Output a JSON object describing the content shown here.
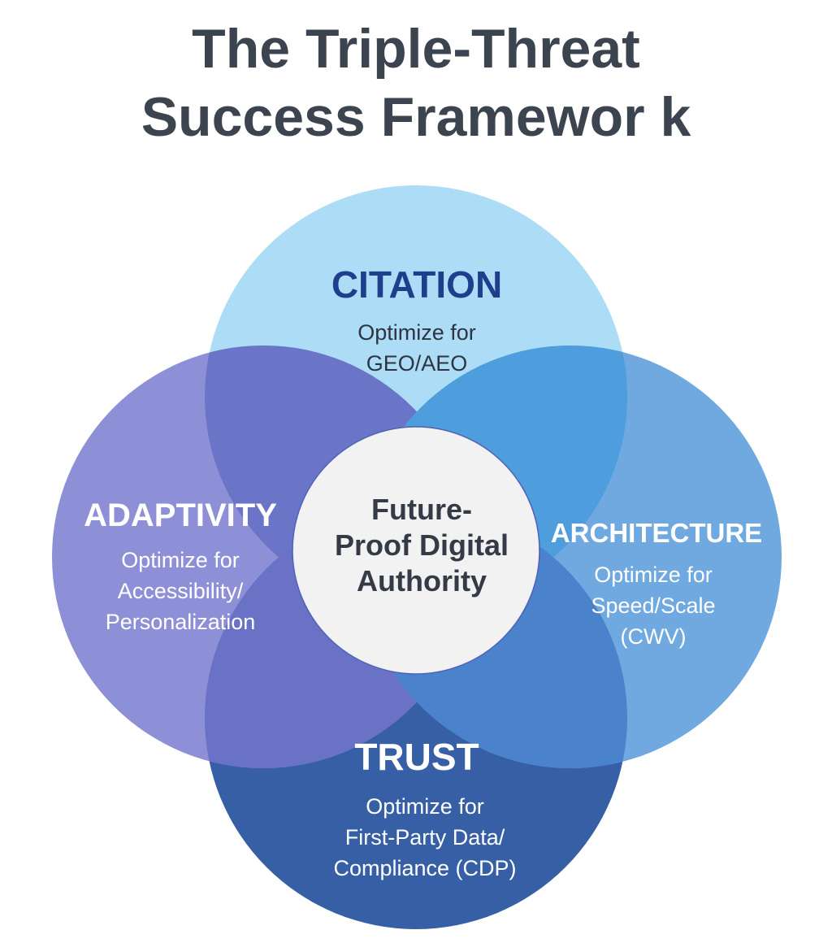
{
  "title": {
    "line1": "The Triple-Threat",
    "line2": "Success Framewor k"
  },
  "center": {
    "line1": "Future-",
    "line2": "Proof Digital",
    "line3": "Authority"
  },
  "circles": {
    "citation": {
      "heading": "CITATION",
      "line1": "Optimize for",
      "line2": "GEO/AEO",
      "color": "#ADDCF6",
      "heading_color": "#1E3F8C",
      "text_color": "#2E3440"
    },
    "adaptivity": {
      "heading": "ADAPTIVITY",
      "line1": "Optimize for",
      "line2": "Accessibility/",
      "line3": "Personalization",
      "color": "#8E90D7",
      "text_color": "#FFFFFF"
    },
    "architecture": {
      "heading": "ARCHITECTURE",
      "line1": "Optimize for",
      "line2": "Speed/Scale",
      "line3": "(CWV)",
      "color": "#6FA9E0",
      "text_color": "#FFFFFF"
    },
    "trust": {
      "heading": "TRUST",
      "line1": "Optimize for",
      "line2": "First-Party Data/",
      "line3": "Compliance (CDP)",
      "color": "#365FA6",
      "text_color": "#FFFFFF"
    }
  },
  "overlap_colors": {
    "citation_adaptivity": "#6B75C8",
    "citation_architecture": "#4E9DDD",
    "trust_adaptivity": "#6A72C6",
    "trust_architecture": "#4A82CC",
    "center_fill": "#F2F2F2"
  }
}
